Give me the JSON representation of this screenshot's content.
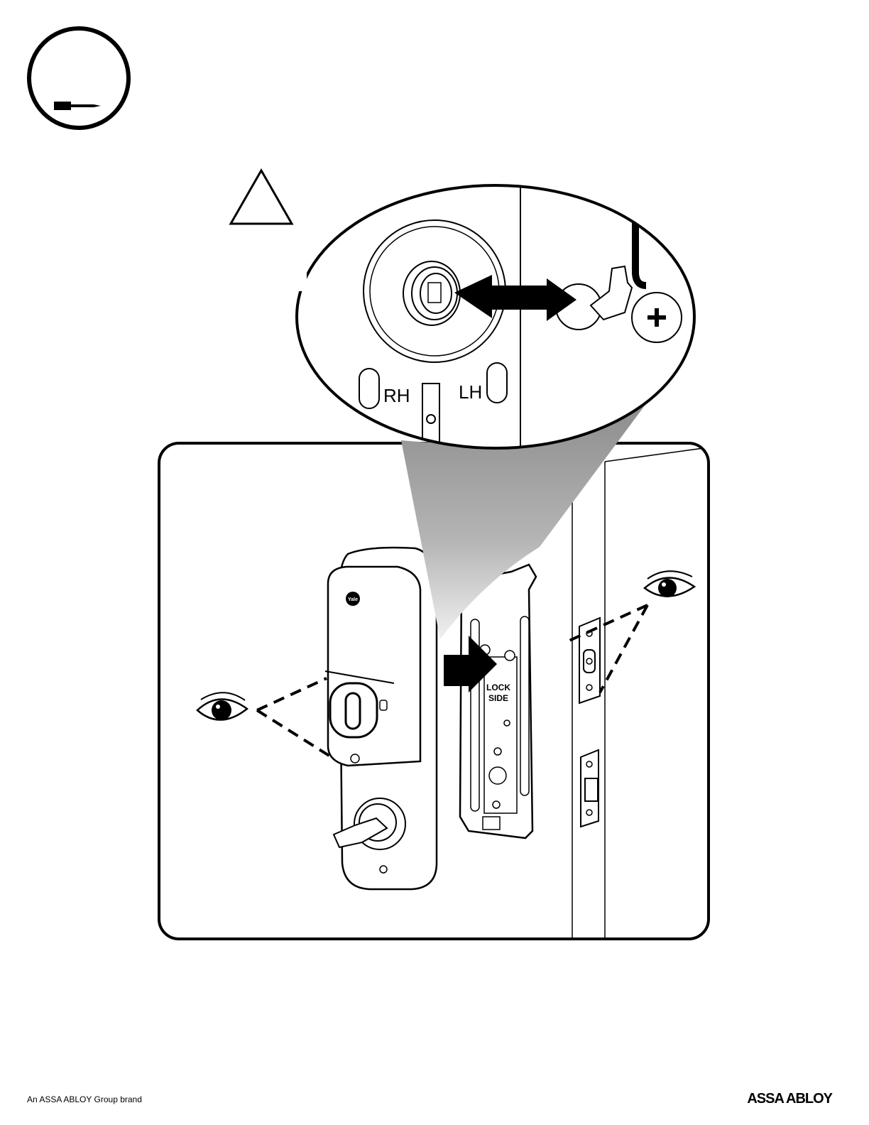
{
  "figure": {
    "rh_label": "RH",
    "lh_label": "LH",
    "plate_label_line1": "LOCK",
    "plate_label_line2": "SIDE",
    "logo_text": "Yale"
  },
  "icons": {
    "tool": "screwdriver-icon",
    "caution": "caution-triangle-icon",
    "eye": "eye-icon"
  },
  "footer": {
    "brand_line": "An ASSA ABLOY Group brand",
    "logo": "ASSA ABLOY"
  }
}
